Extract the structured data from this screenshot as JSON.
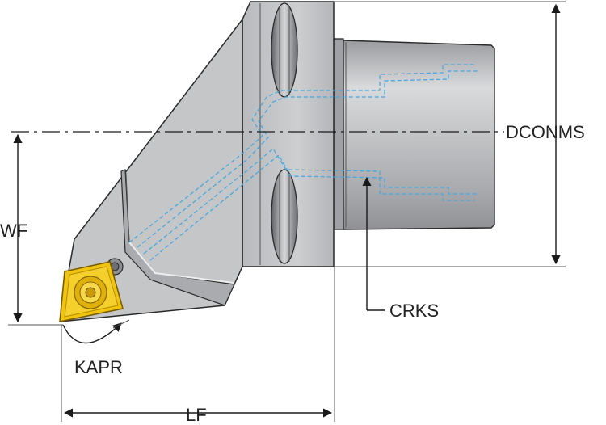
{
  "labels": {
    "dconms": "DCONMS",
    "wf": "WF",
    "crks": "CRKS",
    "kapr": "KAPR",
    "lf": "LF"
  },
  "colors": {
    "body": "#c6c7c9",
    "body_dark": "#8f9194",
    "outline": "#2a2a2a",
    "coolant": "#4aa8e0",
    "insert": "#f1c40f",
    "insert_dark": "#b38a00"
  }
}
